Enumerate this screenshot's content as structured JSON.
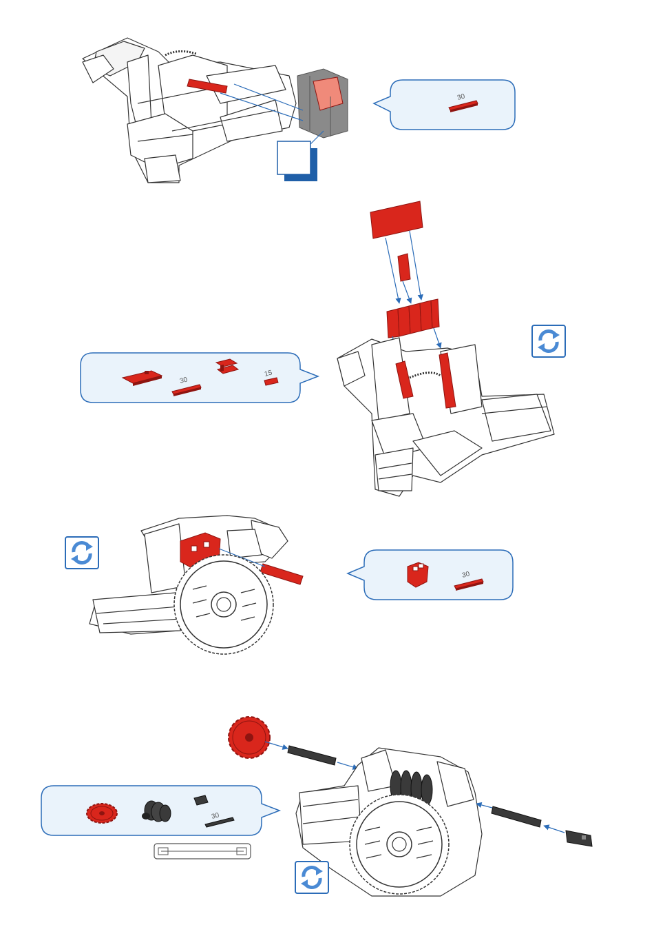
{
  "colors": {
    "accent": "#2b6cb8",
    "part_red": "#d9261c",
    "part_red_dark": "#8e1410",
    "part_grey": "#8a8a8a",
    "bubble_fill": "#eaf3fb",
    "bubble_stroke": "#2b6cb8",
    "arrow": "#2b6cb8"
  },
  "steps": [
    {
      "parts": [
        {
          "icon": "rod-30-icon",
          "label": "30"
        }
      ],
      "has_square_marker": true
    },
    {
      "parts": [
        {
          "icon": "flat-plate-icon",
          "label": ""
        },
        {
          "icon": "rod-30-icon",
          "label": "30"
        },
        {
          "icon": "clip-connector-icon",
          "label": ""
        },
        {
          "icon": "rod-15-icon",
          "label": "15"
        }
      ],
      "has_rotate_icon": true
    },
    {
      "parts": [
        {
          "icon": "building-block-icon",
          "label": ""
        },
        {
          "icon": "rod-30-icon",
          "label": "30"
        }
      ],
      "has_rotate_icon": true
    },
    {
      "parts": [
        {
          "icon": "gear-wheel-icon",
          "label": ""
        },
        {
          "icon": "worm-gear-icon",
          "label": ""
        },
        {
          "icon": "sleeve-icon",
          "label": ""
        },
        {
          "icon": "axle-30-icon",
          "label": "30"
        }
      ],
      "tool": "lever-tool-icon",
      "has_rotate_icon": true
    }
  ]
}
